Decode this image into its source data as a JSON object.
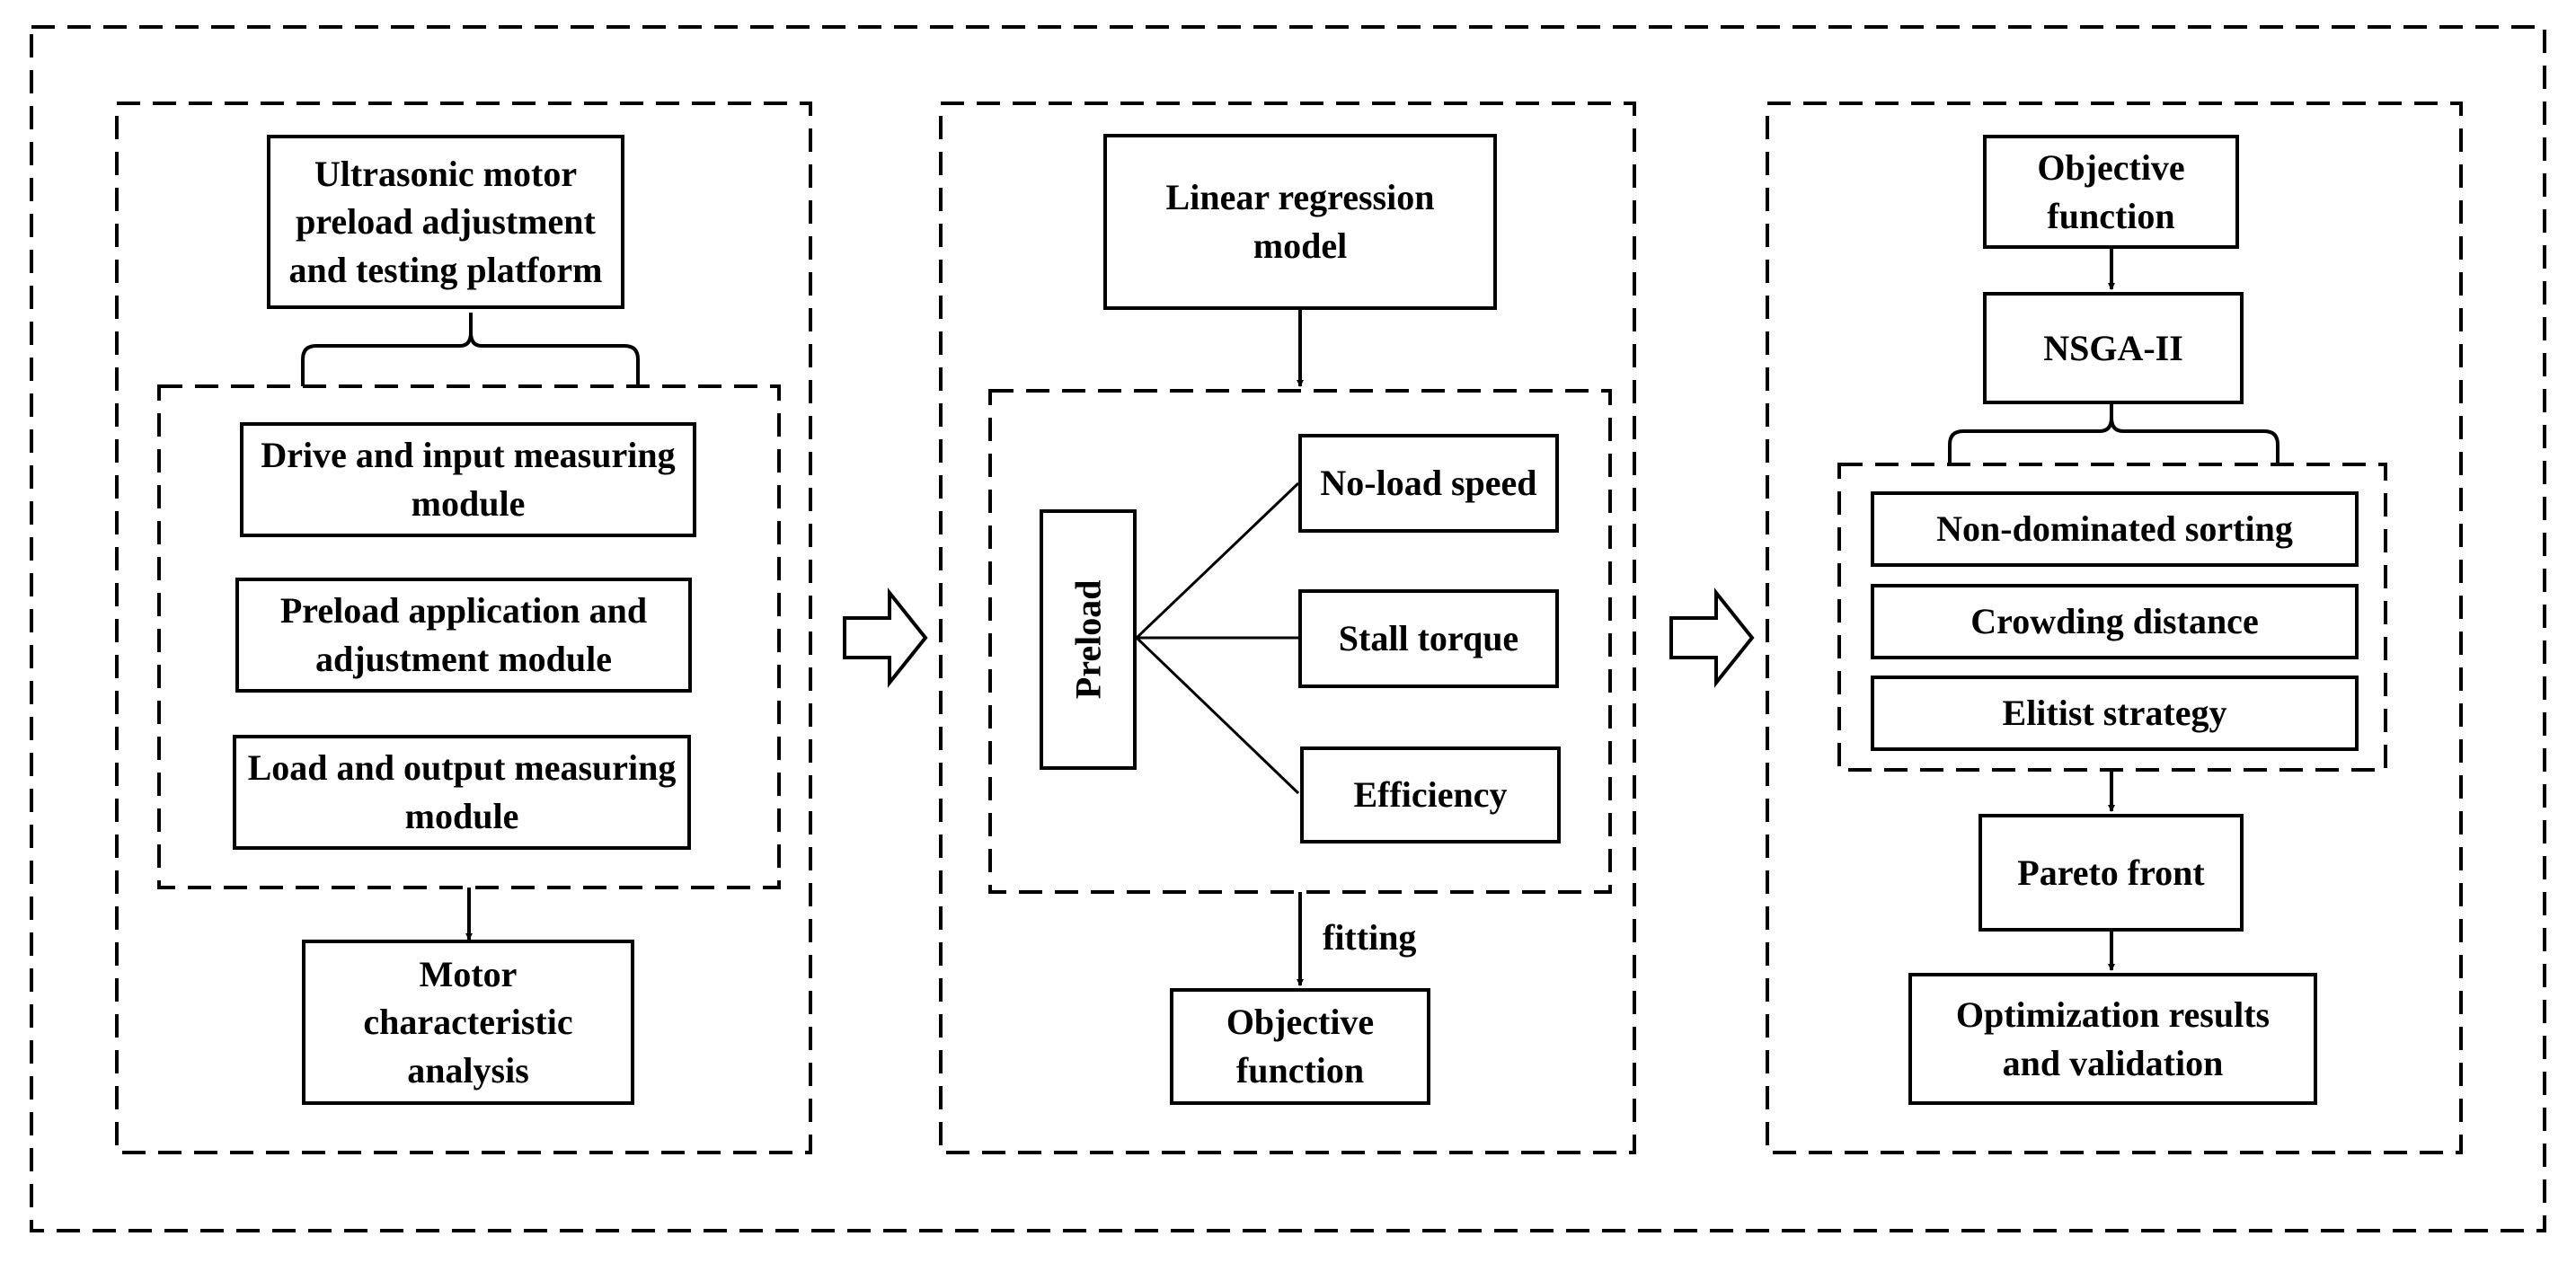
{
  "panel1": {
    "platform": "Ultrasonic motor preload adjustment and testing platform",
    "modules": [
      "Drive and input measuring module",
      "Preload application and adjustment module",
      "Load and output measuring module"
    ],
    "analysis": "Motor characteristic analysis"
  },
  "panel2": {
    "model": "Linear regression model",
    "input": "Preload",
    "outputs": [
      "No-load speed",
      "Stall torque",
      "Efficiency"
    ],
    "fit_label": "fitting",
    "objective": "Objective function"
  },
  "panel3": {
    "objective": "Objective function",
    "algorithm": "NSGA-II",
    "steps": [
      "Non-dominated sorting",
      "Crowding distance",
      "Elitist strategy"
    ],
    "pareto": "Pareto front",
    "results": "Optimization results and validation"
  }
}
